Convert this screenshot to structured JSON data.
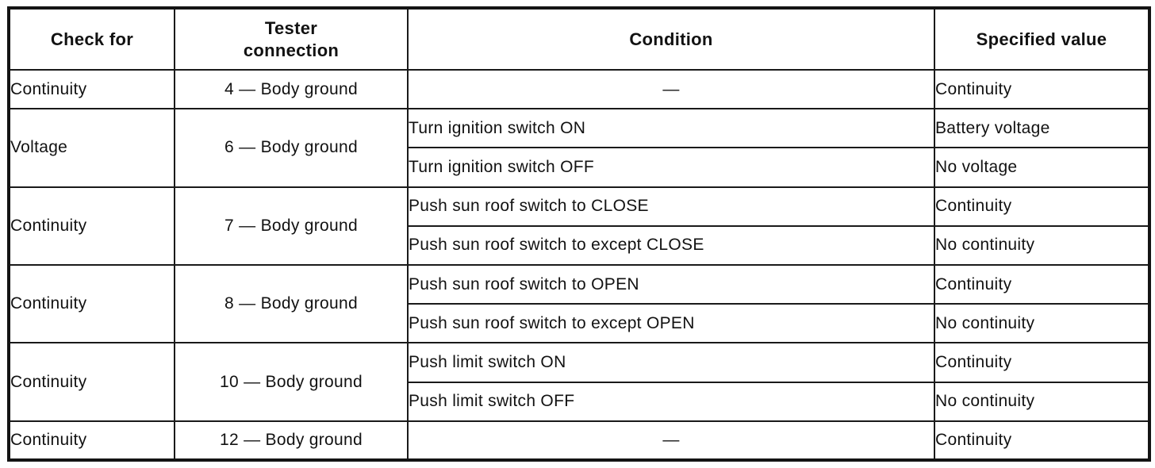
{
  "table": {
    "headers": [
      "Check for",
      "Tester connection",
      "Condition",
      "Specified value"
    ],
    "groups": [
      {
        "check_for": "Continuity",
        "tester_connection": "4 — Body ground",
        "rows": [
          {
            "condition": "—",
            "specified_value": "Continuity"
          }
        ]
      },
      {
        "check_for": "Voltage",
        "tester_connection": "6 — Body ground",
        "rows": [
          {
            "condition": "Turn ignition switch ON",
            "specified_value": "Battery voltage"
          },
          {
            "condition": "Turn ignition switch OFF",
            "specified_value": "No voltage"
          }
        ]
      },
      {
        "check_for": "Continuity",
        "tester_connection": "7 — Body ground",
        "rows": [
          {
            "condition": "Push sun roof switch to CLOSE",
            "specified_value": "Continuity"
          },
          {
            "condition": "Push sun roof switch to except CLOSE",
            "specified_value": "No continuity"
          }
        ]
      },
      {
        "check_for": "Continuity",
        "tester_connection": "8 — Body ground",
        "rows": [
          {
            "condition": "Push sun roof switch to OPEN",
            "specified_value": "Continuity"
          },
          {
            "condition": "Push sun roof switch to except OPEN",
            "specified_value": "No continuity"
          }
        ]
      },
      {
        "check_for": "Continuity",
        "tester_connection": "10 — Body ground",
        "rows": [
          {
            "condition": "Push limit switch ON",
            "specified_value": "Continuity"
          },
          {
            "condition": "Push limit switch OFF",
            "specified_value": "No continuity"
          }
        ]
      },
      {
        "check_for": "Continuity",
        "tester_connection": "12 — Body ground",
        "rows": [
          {
            "condition": "—",
            "specified_value": "Continuity"
          }
        ]
      }
    ]
  },
  "colors": {
    "border": "#1a1a1a",
    "text": "#121212",
    "background": "#ffffff"
  }
}
